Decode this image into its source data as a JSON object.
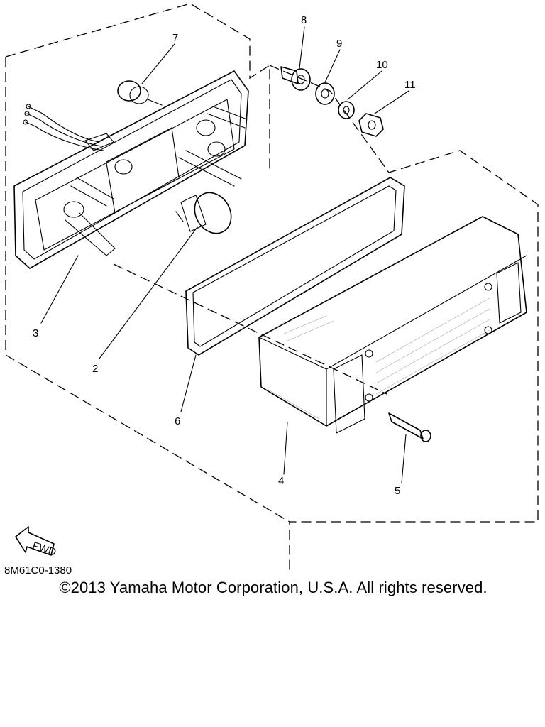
{
  "diagram": {
    "callouts": [
      "2",
      "3",
      "4",
      "5",
      "6",
      "7",
      "8",
      "9",
      "10",
      "11"
    ],
    "direction_badge": "FWD",
    "drawing_code": "8M61C0-1380"
  },
  "footer": {
    "copyright": "©2013 Yamaha Motor Corporation, U.S.A. All rights reserved."
  }
}
